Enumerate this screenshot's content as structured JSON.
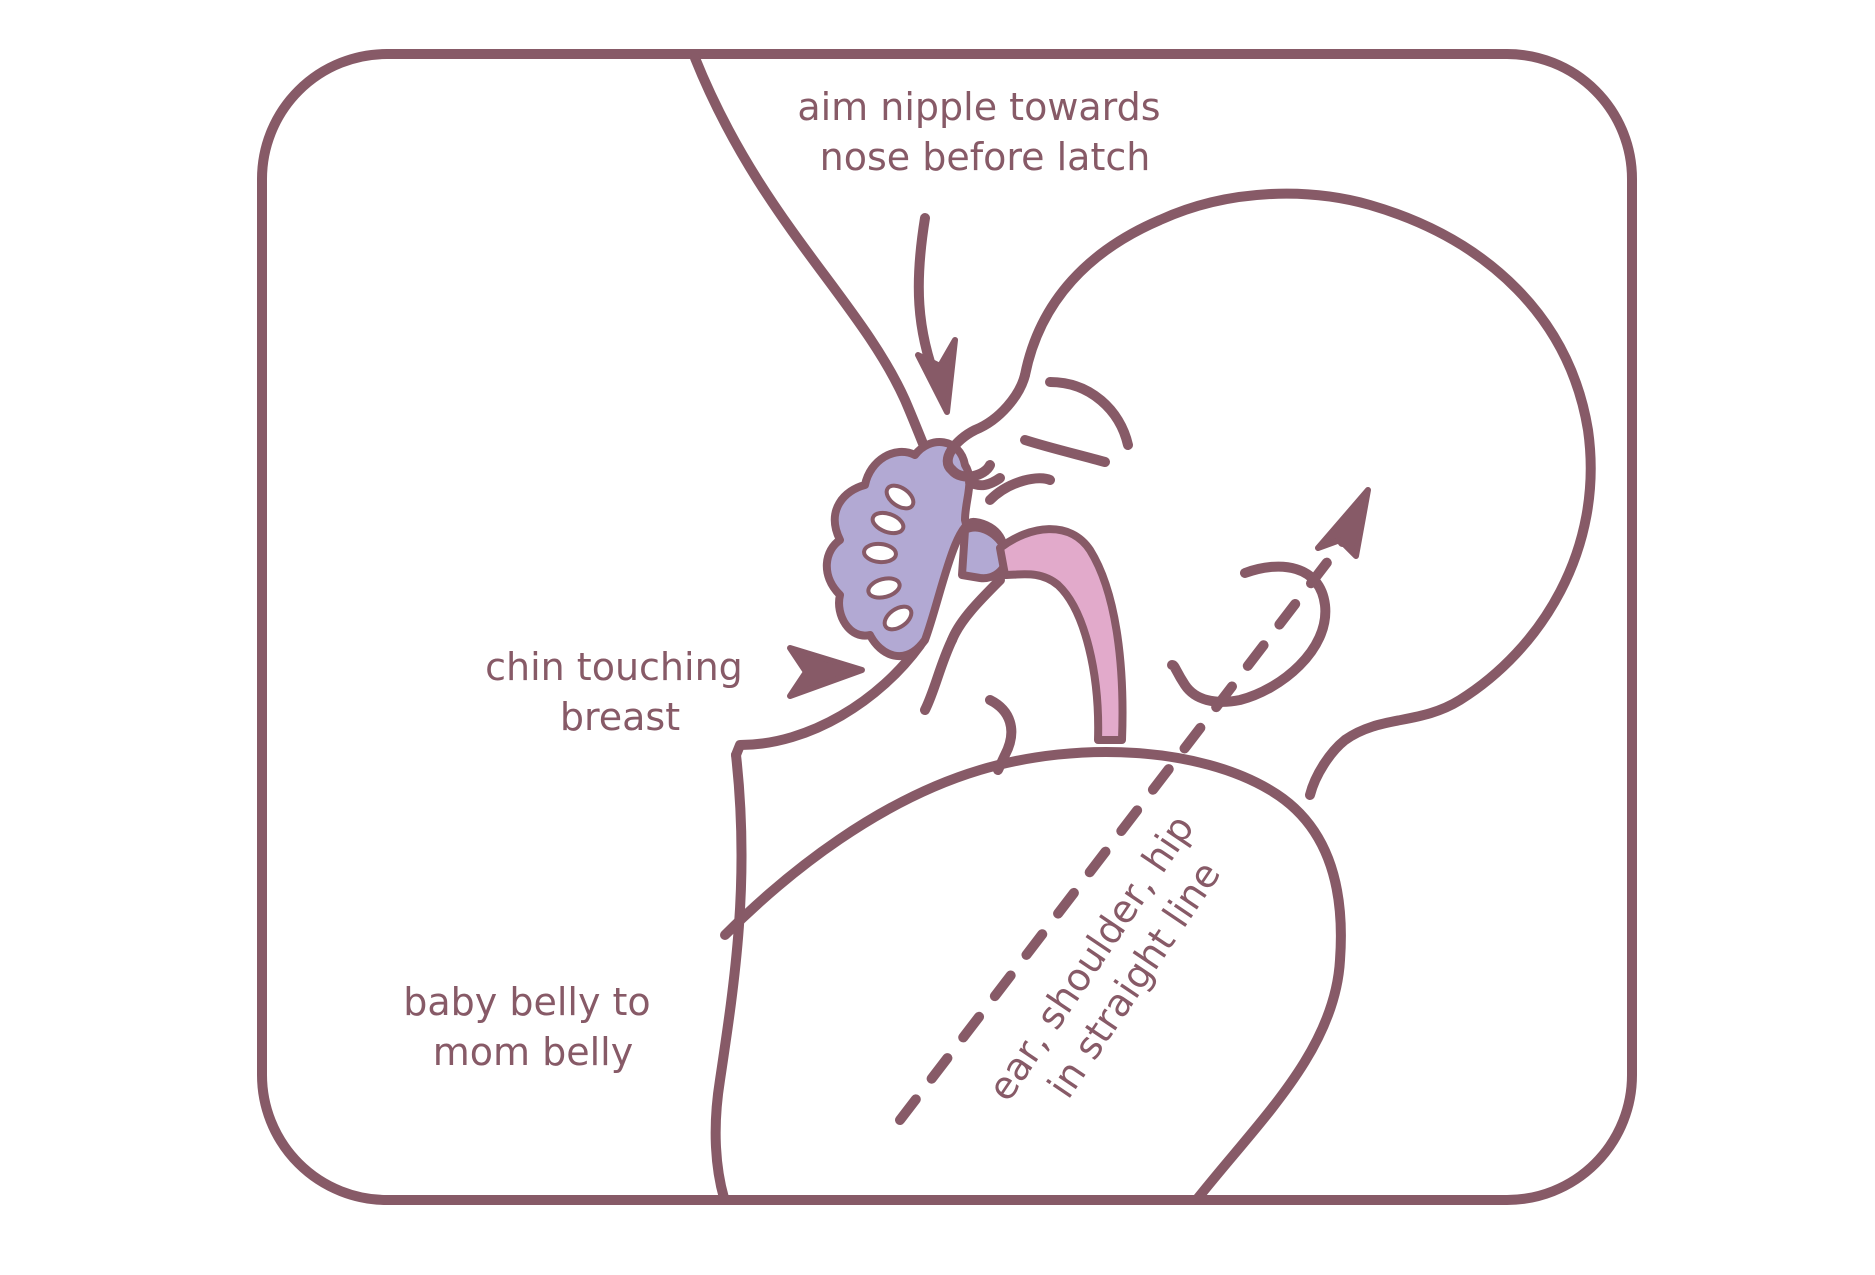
{
  "colors": {
    "outline": "#875a67",
    "areola": "#b2a9d3",
    "tongue": "#e2aacb",
    "background": "#ffffff"
  },
  "labels": {
    "nipple_tip": [
      "aim nipple towards",
      "nose before latch"
    ],
    "chin": [
      "chin touching",
      "breast"
    ],
    "belly": [
      "baby belly to",
      "mom belly"
    ],
    "alignment": [
      "ear, shoulder, hip",
      "in straight line"
    ]
  }
}
